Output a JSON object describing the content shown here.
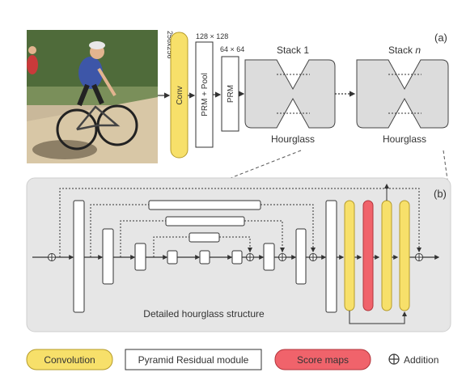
{
  "panel_a": {
    "label": "(a)",
    "photo_caption": "256x256",
    "conv_label": "Conv",
    "prm_pool_label": "PRM + Pool",
    "prm_label": "PRM",
    "size_128": "128 × 128",
    "size_64": "64 × 64",
    "stack1_label": "Stack 1",
    "stackn_label_prefix": "Stack ",
    "stackn_label_var": "n",
    "hourglass1_label": "Hourglass",
    "hourglassn_label": "Hourglass"
  },
  "panel_b": {
    "label": "(b)",
    "caption": "Detailed hourglass structure"
  },
  "legend": {
    "convolution": "Convolution",
    "prm": "Pyramid Residual module",
    "score_maps": "Score maps",
    "addition": "Addition"
  },
  "colors": {
    "convolution": "#f7e06a",
    "score_maps": "#f0636b",
    "panel_b_bg": "#e6e6e6",
    "hourglass_fill": "#dcdcdc",
    "stroke": "#333333"
  }
}
